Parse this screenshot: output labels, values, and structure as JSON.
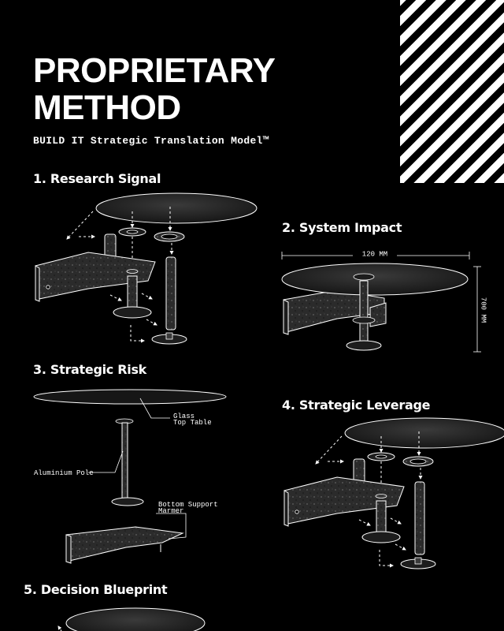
{
  "header": {
    "title_line1": "PROPRIETARY",
    "title_line2": "METHOD",
    "subtitle": "BUILD IT Strategic Translation Model™"
  },
  "steps": [
    {
      "label": "1. Research Signal"
    },
    {
      "label": "2. System Impact"
    },
    {
      "label": "3. Strategic Risk"
    },
    {
      "label": "4. Strategic Leverage"
    },
    {
      "label": "5. Decision Blueprint"
    }
  ],
  "dimensions": {
    "width": "120 MM",
    "height": "700 MM"
  },
  "annotations": {
    "glass_line1": "Glass",
    "glass_line2": "Top Table",
    "pole": "Aluminium Pole",
    "support_line1": "Bottom Support",
    "support_line2": "Marmer"
  },
  "colors": {
    "background": "#000000",
    "foreground": "#ffffff"
  }
}
